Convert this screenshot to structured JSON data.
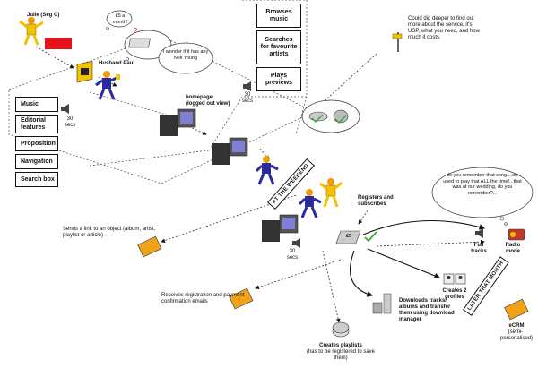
{
  "people": {
    "julie": "Julie (Seg C)",
    "paul": "Husband Paul"
  },
  "thoughts": {
    "price": "£5 a month!",
    "question": "?",
    "neil_young": "I wonder if it has any Neil Young",
    "dig_deeper": "Could dig deeper to find out more about the service, it's USP, what you need, and how much it costs.",
    "song_memory": "do you remember that song....we used to play that ALL the time!...that was at our wedding, do you remember?..."
  },
  "homepage": {
    "label": "homepage (logged out view)",
    "items": [
      "Music",
      "Editorial features",
      "Proposition",
      "Navigation",
      "Search box"
    ],
    "timer": "30 secs"
  },
  "browse": {
    "items": [
      "Browses music",
      "Searches for favourite artists",
      "Plays previews"
    ],
    "timer": "30 secs"
  },
  "weekend": {
    "banner": "AT THE WEEKEND",
    "timer": "30 secs",
    "price_tag": "£5"
  },
  "steps": {
    "register": "Registers and subscribes",
    "full_tracks": "Full tracks",
    "radio_mode": "Radio mode",
    "profiles": "Creates 2 profiles",
    "downloads": "Downloads tracks/ albums and transfer them using download manager",
    "playlists": "Creates  playlists",
    "playlists_note": "(has to be registered to save them)"
  },
  "emails": {
    "link": "Sends a link to an object (album, artist, playlist or article)",
    "confirm": "Receives registration and payment confirmation emails",
    "later_banner": "LATER THAT MONTH",
    "ecrm": "eCRM",
    "ecrm_note": "(semi-personalised)"
  },
  "colors": {
    "person_yellow": "#f2c200",
    "person_blue": "#2a2a9e",
    "skin_orange": "#f29b0a",
    "red_block": "#e8101b",
    "envelope_orange": "#f0a21a",
    "tick_green": "#33aa33",
    "radio_red": "#c0392b"
  }
}
